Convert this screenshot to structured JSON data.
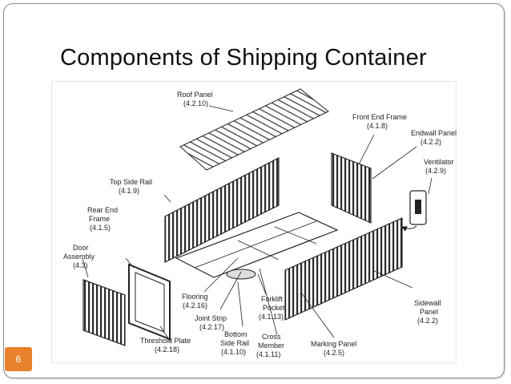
{
  "slide": {
    "title": "Components of Shipping Container",
    "page_number": "6"
  },
  "labels": {
    "roof_panel": {
      "name": "Roof Panel",
      "ref": "(4.2.10)"
    },
    "front_end_frame": {
      "name": "Front End Frame",
      "ref": "(4.1.8)"
    },
    "endwall_panel": {
      "name": "Endwall Panel",
      "ref": "(4.2.2)"
    },
    "ventilator": {
      "name": "Ventilator",
      "ref": "(4.2.9)"
    },
    "top_side_rail": {
      "name": "Top Side Rail",
      "ref": "(4.1.9)"
    },
    "rear_end_frame": {
      "name1": "Rear End",
      "name2": "Frame",
      "ref": "(4.1.5)"
    },
    "door_assembly": {
      "name1": "Door",
      "name2": "Assembly",
      "ref": "(4.3)"
    },
    "flooring": {
      "name": "Flooring",
      "ref": "(4.2.16)"
    },
    "joint_strip": {
      "name": "Joint Strip",
      "ref": "(4.2.17)"
    },
    "forklift_pocket": {
      "name1": "Forklift",
      "name2": "Pocket",
      "ref": "(4.1.13)"
    },
    "bottom_side_rail": {
      "name1": "Bottom",
      "name2": "Side Rail",
      "ref": "(4.1.10)"
    },
    "cross_member": {
      "name1": "Cross",
      "name2": "Member",
      "ref": "(4.1.11)"
    },
    "threshold_plate": {
      "name": "Threshold Plate",
      "ref": "(4.2.18)"
    },
    "sidewall_panel": {
      "name1": "Sidewall",
      "name2": "Panel",
      "ref": "(4.2.2)"
    },
    "marking_panel": {
      "name": "Marking Panel",
      "ref": "(4.2.5)"
    }
  },
  "colors": {
    "accent_badge": "#e8812a",
    "line": "#222222"
  }
}
